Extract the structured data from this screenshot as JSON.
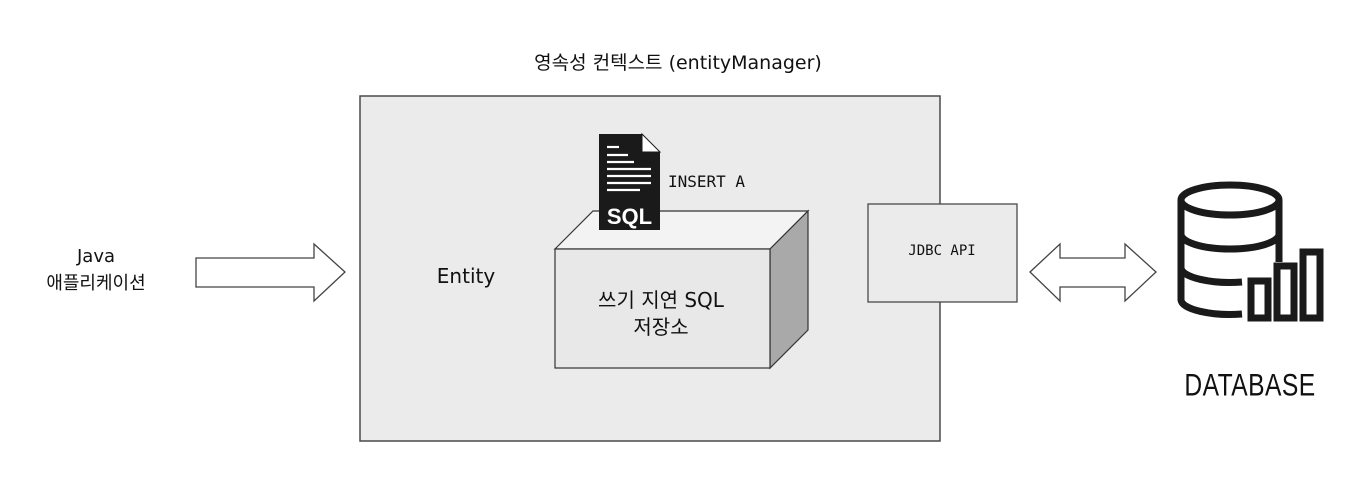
{
  "title": "영속성 컨텍스트 (entityManager)",
  "java_app": {
    "line1": "Java",
    "line2": "애플리케이션"
  },
  "entity_label": "Entity",
  "sql_icon": {
    "badge": "SQL",
    "statement": "INSERT A"
  },
  "sql_store": {
    "line1": "쓰기 지연 SQL",
    "line2": "저장소"
  },
  "jdbc_label": "JDBC API",
  "database_label": "DATABASE",
  "colors": {
    "context_fill": "#ebebeb",
    "box_fill": "#e8e8e8",
    "box_side": "#a9a9a9",
    "stroke": "#333333",
    "icon": "#1a1a1a"
  },
  "icons": {
    "sql": "sql-file-icon",
    "database": "database-icon"
  }
}
